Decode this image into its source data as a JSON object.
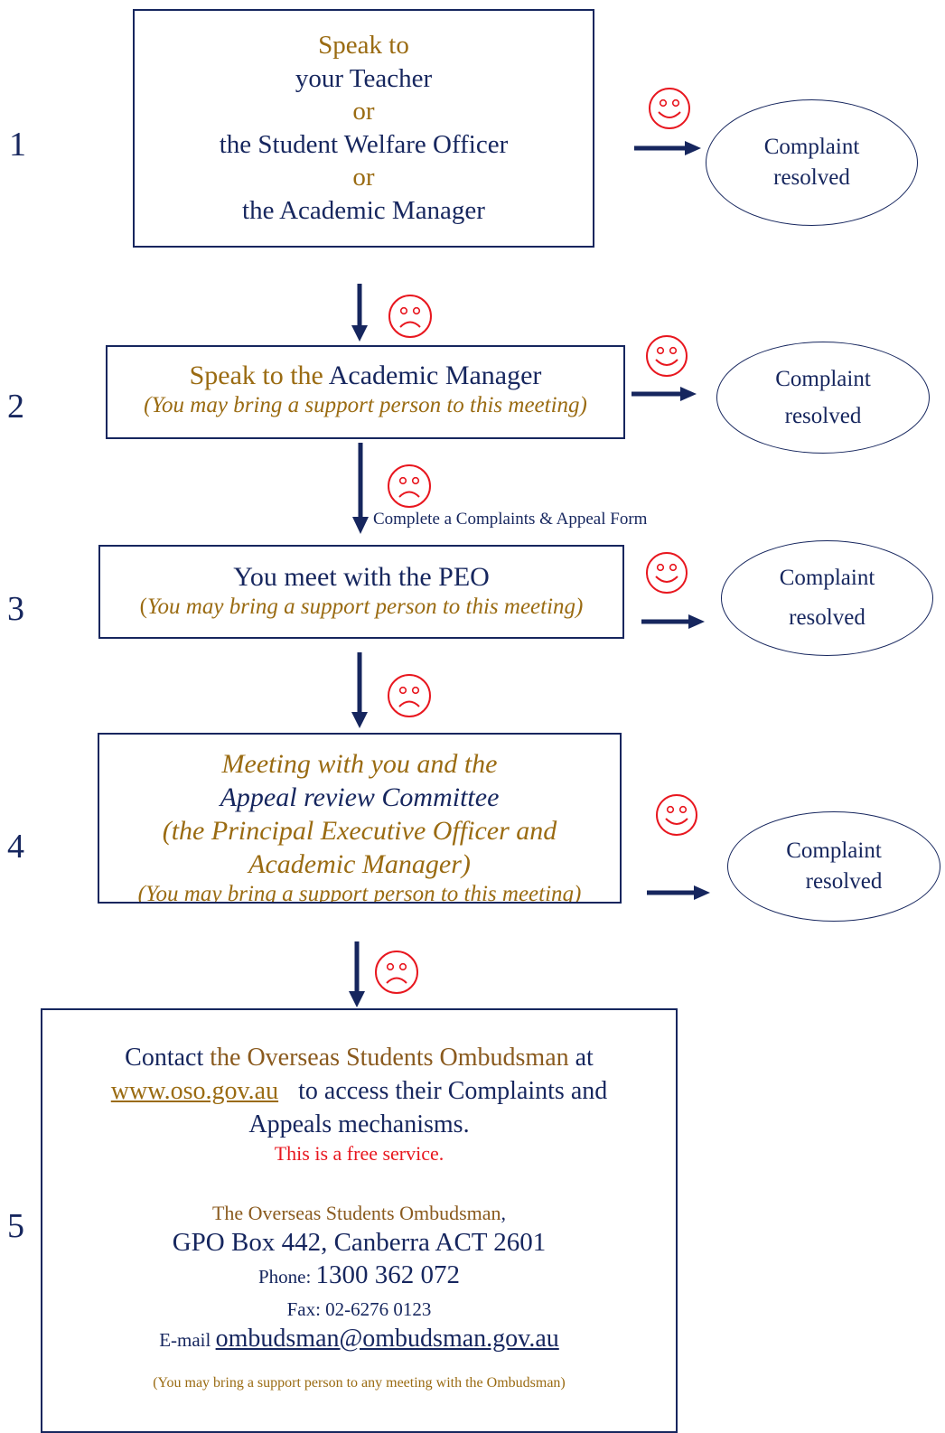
{
  "steps": [
    {
      "number": "1",
      "lines": [
        "Speak to",
        "your Teacher",
        "or",
        "the Student Welfare Officer",
        "or",
        "the Academic Manager"
      ],
      "outcome": [
        "Complaint",
        "resolved"
      ]
    },
    {
      "number": "2",
      "title_a": "Speak to the ",
      "title_b": "Academic Manager",
      "note": "(You may bring a support person to this meeting)",
      "outcome": [
        "Complaint",
        "resolved"
      ]
    },
    {
      "number": "3",
      "title": "You meet with the PEO",
      "note_open": "(",
      "note": "You may bring a support person to this meeting)",
      "outcome": [
        "Complaint",
        "resolved"
      ]
    },
    {
      "number": "4",
      "lines": [
        "Meeting with you and the",
        "Appeal review Committee",
        "(the Principal Executive Officer and",
        "Academic Manager)",
        "(You may bring a support person to this meeting)"
      ],
      "outcome": [
        "Complaint",
        "resolved"
      ]
    },
    {
      "number": "5",
      "contact_a": "Contact ",
      "contact_b": "the Overseas Students Ombudsman",
      "contact_c": " at",
      "website": "www.oso.gov.au",
      "website_after": "to access their Complaints and",
      "line3": "Appeals mechanisms.",
      "free": "This is a free service.",
      "org": "The Overseas Students Ombudsman",
      "org_comma": ",",
      "address": "GPO Box 442, Canberra ACT 2601",
      "phone_label": "Phone: ",
      "phone": "1300 362 072",
      "fax": "Fax: 02-6276 0123",
      "email_label": "E-mail ",
      "email": "ombudsman@ombudsman.gov.au",
      "support_note": "(You may bring a support person to any meeting with the Ombudsman)"
    }
  ],
  "escalation_note": "Complete a Complaints & Appeal Form",
  "colors": {
    "navy": "#16265e",
    "gold": "#9a6b12",
    "red": "#e8171f"
  },
  "icons": [
    "smiley-icon",
    "sad-face-icon",
    "arrow-right-icon",
    "arrow-down-icon"
  ]
}
